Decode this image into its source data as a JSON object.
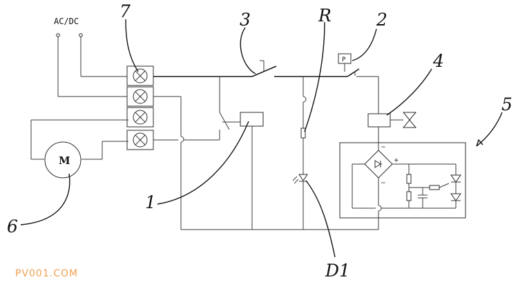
{
  "labels": {
    "supply": "AC/DC",
    "callout_1": "1",
    "callout_2": "2",
    "callout_3": "3",
    "callout_4": "4",
    "callout_5": "5",
    "callout_6": "6",
    "callout_7": "7",
    "resistor": "R",
    "led": "D1",
    "motor": "M",
    "pressure_switch": "P",
    "bridge_ac_top": "~",
    "bridge_ac_bottom": "~",
    "bridge_minus": "−",
    "bridge_plus": "+"
  },
  "watermark": {
    "text": "PV001.COM",
    "color": "#f0a050"
  },
  "colors": {
    "line": "#3a3a3a",
    "background": "#ffffff"
  }
}
